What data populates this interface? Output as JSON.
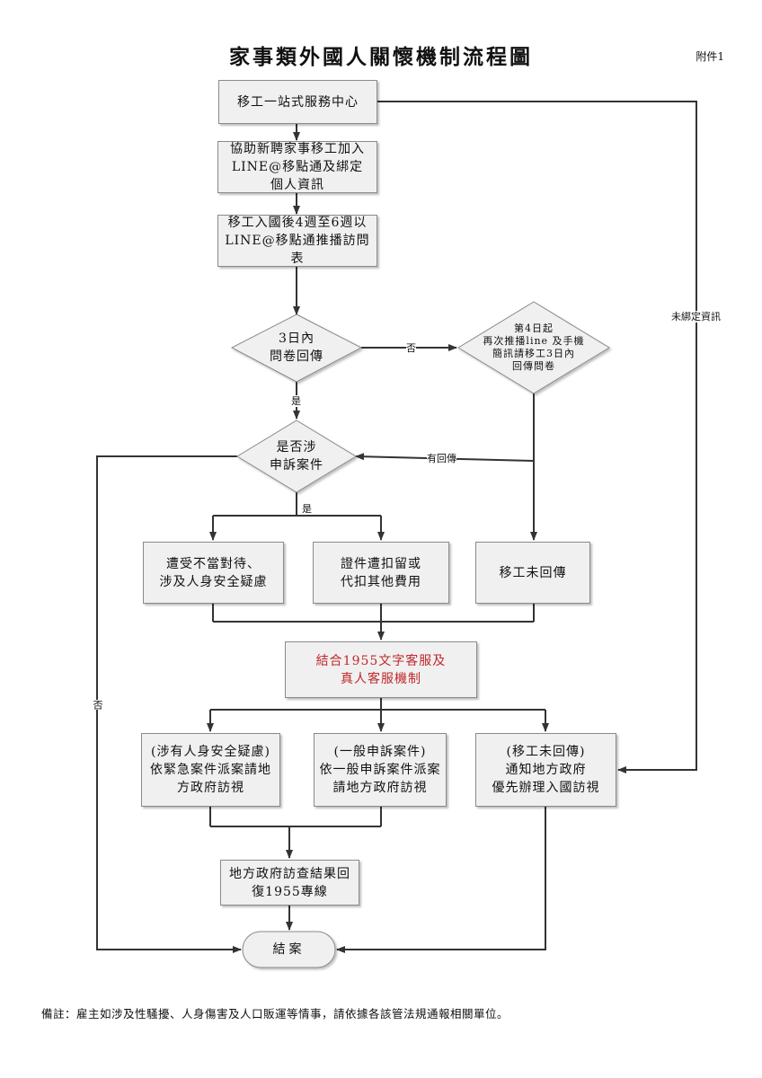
{
  "title": "家事類外國人關懷機制流程圖",
  "attachment": "附件1",
  "nodes": {
    "start": "移工一站式服務中心",
    "line_join": "協助新聘家事移工加入\nLINE@移點通及綁定\n個人資訊",
    "push_survey": "移工入國後4週至6週以\nLINE@移點通推播訪問表",
    "decision_3day": "3日內\n問卷回傳",
    "resend": "第4日起\n再次推播line 及手機\n簡訊請移工3日內\n回傳問卷",
    "decision_complaint": "是否涉\n申訴案件",
    "case_abuse": "遭受不當對待、\n涉及人身安全疑慮",
    "case_docs": "證件遭扣留或\n代扣其他費用",
    "case_noreply": "移工未回傳",
    "service_1955": "結合1955文字客服及\n真人客服機制",
    "dispatch_emergency": "(涉有人身安全疑慮)\n依緊急案件派案請地\n方政府訪視",
    "dispatch_general": "(一般申訴案件)\n依一般申訴案件派案\n請地方政府訪視",
    "dispatch_noreply": "(移工未回傳)\n通知地方政府\n優先辦理入國訪視",
    "report_back": "地方政府訪查結果回\n復1955專線",
    "end": "結案"
  },
  "labels": {
    "no": "否",
    "yes": "是",
    "has_reply": "有回傳",
    "unbound": "未綁定資訊",
    "left_no": "否"
  },
  "note": "備註：雇主如涉及性騷擾、人身傷害及人口販運等情事，請依據各該管法規通報相關單位。",
  "colors": {
    "accent_red": "#c0282d",
    "line": "#333333",
    "box_fill": "#f0f0f0"
  }
}
